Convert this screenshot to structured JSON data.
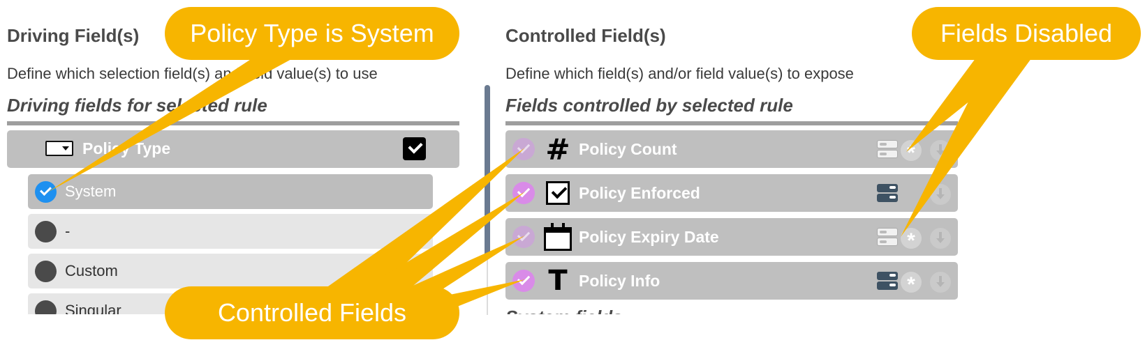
{
  "left": {
    "title": "Driving Field(s)",
    "description": "Define which selection field(s) and field value(s) to use",
    "subtitle": "Driving fields for selected rule",
    "driving_field": {
      "label": "Policy Type",
      "icon": "select-dropdown-icon",
      "checked": true
    },
    "values": [
      {
        "label": "System",
        "selected": true
      },
      {
        "label": "-",
        "selected": false
      },
      {
        "label": "Custom",
        "selected": false
      },
      {
        "label": "Singular",
        "selected": false
      }
    ]
  },
  "right": {
    "title": "Controlled Field(s)",
    "description": "Define which field(s) and/or field value(s) to expose",
    "subtitle": "Fields controlled by selected rule",
    "fields": [
      {
        "label": "Policy Count",
        "type_icon": "hash-icon",
        "controlled": true,
        "disabled": true,
        "visibility": "off",
        "required_visible": true
      },
      {
        "label": "Policy Enforced",
        "type_icon": "checkbox-icon",
        "controlled": true,
        "disabled": false,
        "visibility": "on",
        "required_visible": false
      },
      {
        "label": "Policy Expiry Date",
        "type_icon": "calendar-icon",
        "controlled": true,
        "disabled": true,
        "visibility": "off",
        "required_visible": true
      },
      {
        "label": "Policy Info",
        "type_icon": "text-icon",
        "controlled": true,
        "disabled": false,
        "visibility": "on",
        "required_visible": true
      }
    ],
    "next_section": "System fields"
  },
  "callouts": {
    "policy_type": "Policy Type is System",
    "fields_disabled": "Fields Disabled",
    "controlled_fields": "Controlled Fields"
  },
  "colors": {
    "callout": "#f7b500",
    "row_bg": "#bfbfbf",
    "toggle_purple": "#d98be8",
    "radio_blue": "#1e90f0"
  }
}
